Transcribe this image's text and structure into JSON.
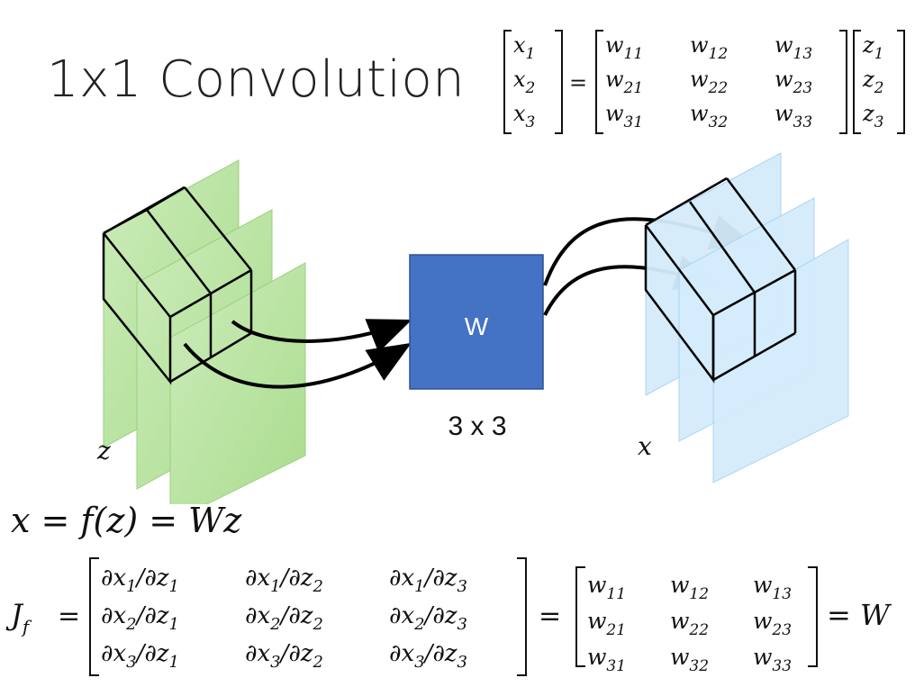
{
  "title": "1x1 Convolution",
  "top_equation": {
    "lhs": [
      [
        "x",
        "1"
      ],
      [
        "x",
        "2"
      ],
      [
        "x",
        "3"
      ]
    ],
    "eq": "=",
    "W": [
      [
        [
          "w",
          "11"
        ],
        [
          "w",
          "12"
        ],
        [
          "w",
          "13"
        ]
      ],
      [
        [
          "w",
          "21"
        ],
        [
          "w",
          "22"
        ],
        [
          "w",
          "23"
        ]
      ],
      [
        [
          "w",
          "31"
        ],
        [
          "w",
          "32"
        ],
        [
          "w",
          "33"
        ]
      ]
    ],
    "rhs": [
      [
        "z",
        "1"
      ],
      [
        "z",
        "2"
      ],
      [
        "z",
        "3"
      ]
    ]
  },
  "diagram": {
    "input_label": "z",
    "weight_label": "W",
    "weight_size": "3 x 3",
    "output_label": "x",
    "colors": {
      "input": "#b9e4a3",
      "weight": "#4472c4",
      "output": "#d4ecfb"
    }
  },
  "function_eq": "x = f(z) = Wz",
  "jacobian": {
    "lhs_main": "J",
    "lhs_sub": "f",
    "eq": "=",
    "partials": [
      [
        [
          "x",
          "1",
          "z",
          "1"
        ],
        [
          "x",
          "1",
          "z",
          "2"
        ],
        [
          "x",
          "1",
          "z",
          "3"
        ]
      ],
      [
        [
          "x",
          "2",
          "z",
          "1"
        ],
        [
          "x",
          "2",
          "z",
          "2"
        ],
        [
          "x",
          "2",
          "z",
          "3"
        ]
      ],
      [
        [
          "x",
          "3",
          "z",
          "1"
        ],
        [
          "x",
          "3",
          "z",
          "2"
        ],
        [
          "x",
          "3",
          "z",
          "3"
        ]
      ]
    ],
    "eq2": "=",
    "W": [
      [
        [
          "w",
          "11"
        ],
        [
          "w",
          "12"
        ],
        [
          "w",
          "13"
        ]
      ],
      [
        [
          "w",
          "21"
        ],
        [
          "w",
          "22"
        ],
        [
          "w",
          "23"
        ]
      ],
      [
        [
          "w",
          "31"
        ],
        [
          "w",
          "32"
        ],
        [
          "w",
          "33"
        ]
      ]
    ],
    "result": "= W"
  }
}
